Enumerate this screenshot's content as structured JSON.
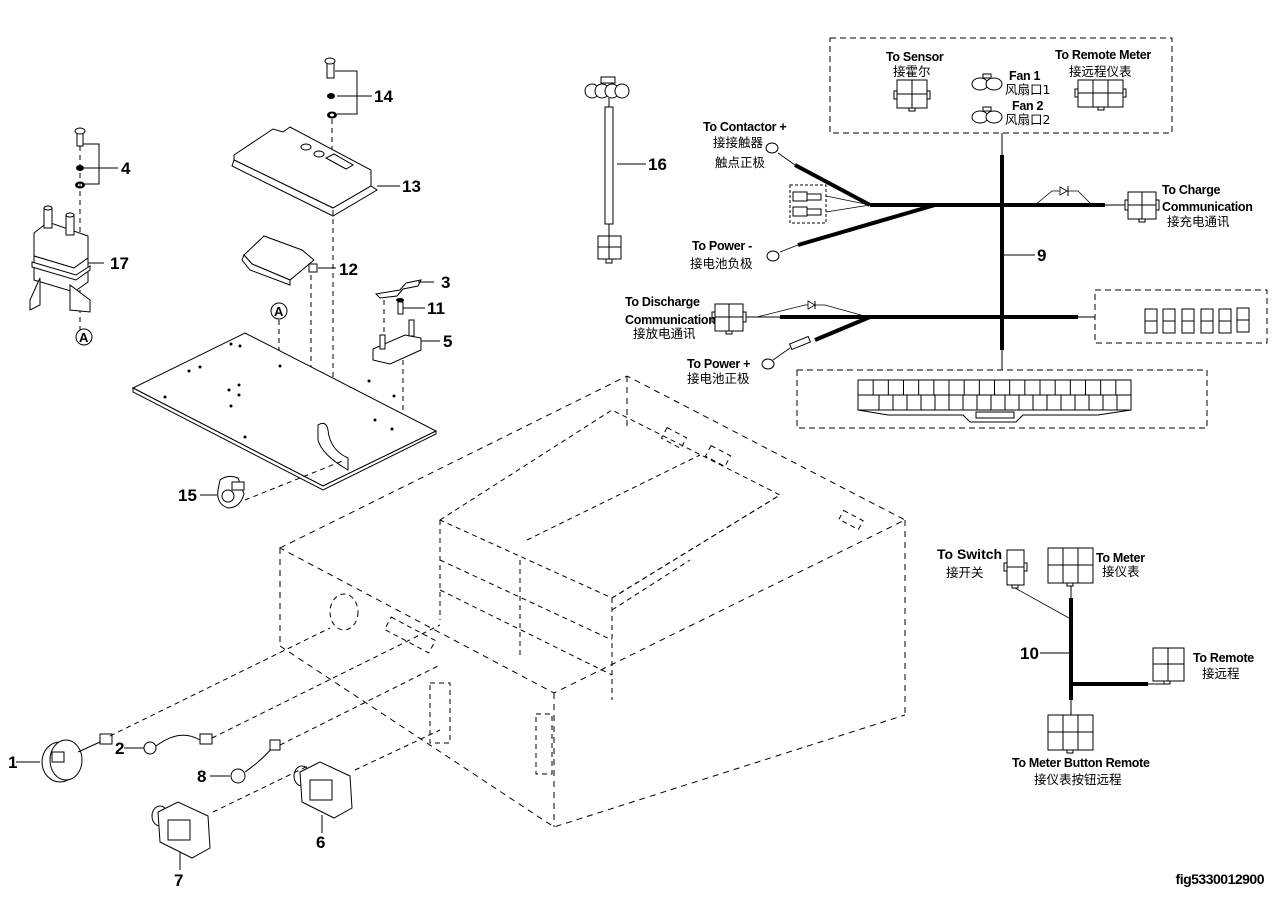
{
  "figure_id": "fig5330012900",
  "callouts": {
    "p1": "1",
    "p2": "2",
    "p3": "3",
    "p4": "4",
    "p5": "5",
    "p6": "6",
    "p7": "7",
    "p8": "8",
    "p9": "9",
    "p10": "10",
    "p11": "11",
    "p12": "12",
    "p13": "13",
    "p14": "14",
    "p15": "15",
    "p16": "16",
    "p17": "17"
  },
  "reference_marker": "A",
  "harness9": {
    "to_sensor": {
      "en": "To Sensor",
      "cn": "接霍尔"
    },
    "to_remote_meter": {
      "en": "To Remote Meter",
      "cn": "接远程仪表"
    },
    "fan1": {
      "en": "Fan 1",
      "cn": "风扇口1"
    },
    "fan2": {
      "en": "Fan 2",
      "cn": "风扇口2"
    },
    "to_contactor": {
      "en": "To Contactor +",
      "cn1": "接接触器",
      "cn2": "触点正极"
    },
    "to_power_neg": {
      "en": "To Power -",
      "cn": "接电池负极"
    },
    "to_charge": {
      "en1": "To Charge",
      "en2": "Communication",
      "cn": "接充电通讯"
    },
    "to_discharge": {
      "en1": "To Discharge",
      "en2": "Communication",
      "cn": "接放电通讯"
    },
    "to_power_pos": {
      "en": "To Power +",
      "cn": "接电池正极"
    }
  },
  "harness10": {
    "to_switch": {
      "en": "To Switch",
      "cn": "接开关"
    },
    "to_meter": {
      "en": "To Meter",
      "cn": "接仪表"
    },
    "to_remote": {
      "en": "To Remote",
      "cn": "接远程"
    },
    "to_meter_button_remote": {
      "en": "To Meter Button Remote",
      "cn": "接仪表按钮远程"
    }
  }
}
